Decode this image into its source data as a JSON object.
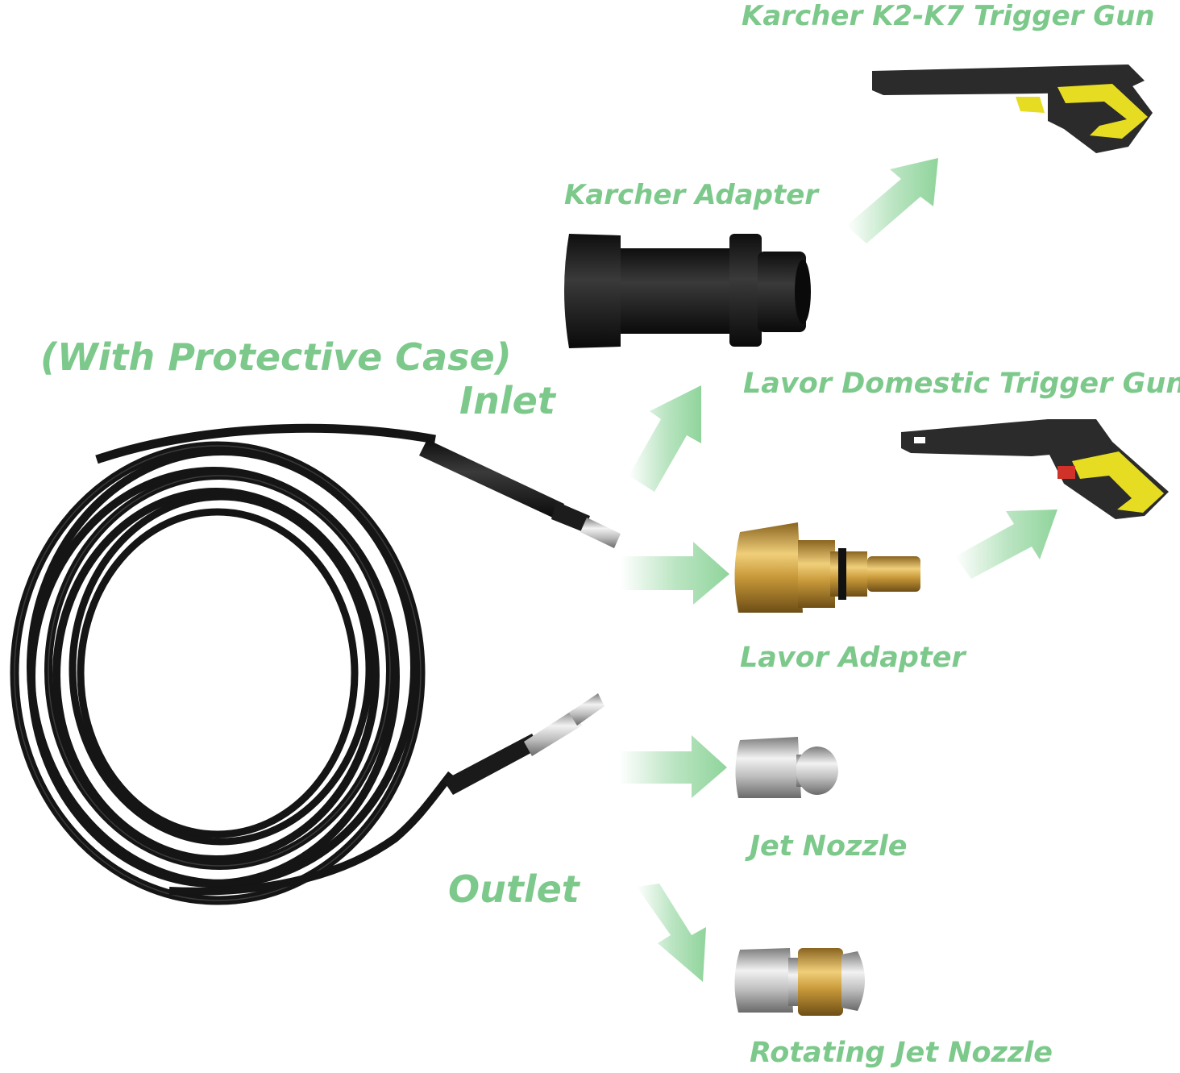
{
  "labels": {
    "karcher_gun": "Karcher K2-K7 Trigger Gun",
    "karcher_adapter": "Karcher Adapter",
    "protective_case": "(With Protective Case)",
    "inlet": "Inlet",
    "lavor_gun": "Lavor Domestic Trigger Gun",
    "lavor_adapter": "Lavor Adapter",
    "jet_nozzle": "Jet Nozzle",
    "outlet": "Outlet",
    "rotating_nozzle": "Rotating Jet Nozzle"
  },
  "colors": {
    "label_green": "#7cc98b",
    "arrow_green": "#8fd49b",
    "hose_black": "#141414",
    "brass": "#c99a3a",
    "steel": "#c8c8c8",
    "gun_yellow": "#e8e02a",
    "gun_black": "#2a2a2a"
  }
}
